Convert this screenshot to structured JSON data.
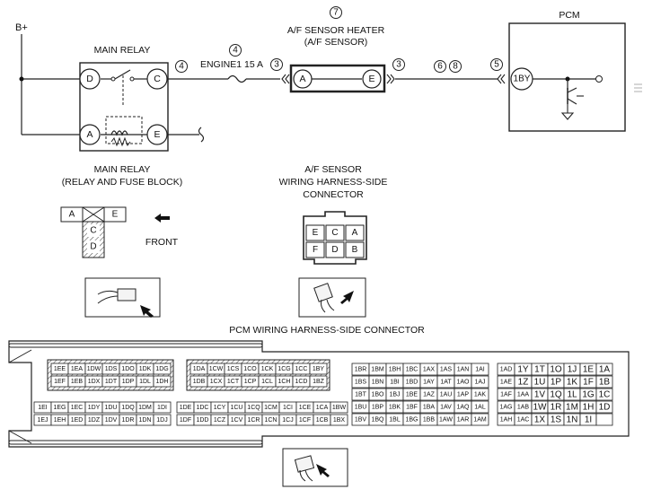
{
  "schematic": {
    "bplus_label": "B+",
    "main_relay_title": "MAIN RELAY",
    "relay_pins": {
      "d": "D",
      "c": "C",
      "a": "A",
      "e": "E"
    },
    "fuse_label": "ENGINE1 15 A",
    "sensor_title_line1": "A/F SENSOR HEATER",
    "sensor_title_line2": "(A/F SENSOR)",
    "sensor_pins": {
      "a": "A",
      "e": "E"
    },
    "pcm_title": "PCM",
    "pcm_pin": "1BY",
    "callouts": {
      "relay_c": "4",
      "fuse_top": "4",
      "sensor_left": "3",
      "sensor_top": "7",
      "sensor_right": "3",
      "wire_6": "6",
      "wire_8": "8",
      "pcm_left": "5"
    }
  },
  "relay_connector": {
    "title_line1": "MAIN RELAY",
    "title_line2": "(RELAY AND FUSE BLOCK)",
    "pins": [
      "A",
      "E",
      "C",
      "D"
    ],
    "front_label": "FRONT"
  },
  "sensor_connector": {
    "title_line1": "A/F SENSOR",
    "title_line2": "WIRING HARNESS-SIDE",
    "title_line3": "CONNECTOR",
    "row1": [
      "E",
      "C",
      "A"
    ],
    "row2": [
      "F",
      "D",
      "B"
    ]
  },
  "pcm_connector": {
    "title": "PCM WIRING HARNESS-SIDE CONNECTOR",
    "g1_r1": [
      "1EE",
      "1EA",
      "1DW",
      "1DS",
      "1DO",
      "1DK",
      "1DG"
    ],
    "g1_r2": [
      "1EF",
      "1EB",
      "1DX",
      "1DT",
      "1DP",
      "1DL",
      "1DH"
    ],
    "g2_r1": [
      "1DA",
      "1CW",
      "1CS",
      "1CO",
      "1CK",
      "1CG",
      "1CC",
      "1BY"
    ],
    "g2_r2": [
      "1DB",
      "1CX",
      "1CT",
      "1CP",
      "1CL",
      "1CH",
      "1CD",
      "1BZ"
    ],
    "g3_r1": [
      "1EI",
      "1EG",
      "1EC",
      "1DY",
      "1DU",
      "1DQ",
      "1DM",
      "1DI"
    ],
    "g3_r2": [
      "1EJ",
      "1EH",
      "1ED",
      "1DZ",
      "1DV",
      "1DR",
      "1DN",
      "1DJ"
    ],
    "g4_r1": [
      "1DE",
      "1DC",
      "1CY",
      "1CU",
      "1CQ",
      "1CM",
      "1CI",
      "1CE",
      "1CA",
      "1BW"
    ],
    "g4_r2": [
      "1DF",
      "1DD",
      "1CZ",
      "1CV",
      "1CR",
      "1CN",
      "1CJ",
      "1CF",
      "1CB",
      "1BX"
    ],
    "g5_rows": [
      [
        "1BR",
        "1BM",
        "1BH",
        "1BC",
        "1AX",
        "1AS",
        "1AN",
        "1AI"
      ],
      [
        "1BS",
        "1BN",
        "1BI",
        "1BD",
        "1AY",
        "1AT",
        "1AO",
        "1AJ"
      ],
      [
        "1BT",
        "1BO",
        "1BJ",
        "1BE",
        "1AZ",
        "1AU",
        "1AP",
        "1AK"
      ],
      [
        "1BU",
        "1BP",
        "1BK",
        "1BF",
        "1BA",
        "1AV",
        "1AQ",
        "1AL"
      ],
      [
        "1BV",
        "1BQ",
        "1BL",
        "1BG",
        "1BB",
        "1AW",
        "1AR",
        "1AM"
      ]
    ],
    "g6_rows": [
      [
        "1AD",
        "1Y",
        "1T",
        "1O",
        "1J",
        "1E",
        "1A"
      ],
      [
        "1AE",
        "1Z",
        "1U",
        "1P",
        "1K",
        "1F",
        "1B"
      ],
      [
        "1AF",
        "1AA",
        "1V",
        "1Q",
        "1L",
        "1G",
        "1C"
      ],
      [
        "1AG",
        "1AB",
        "1W",
        "1R",
        "1M",
        "1H",
        "1D"
      ],
      [
        "1AH",
        "1AC",
        "1X",
        "1S",
        "1N",
        "1I",
        ""
      ]
    ]
  }
}
